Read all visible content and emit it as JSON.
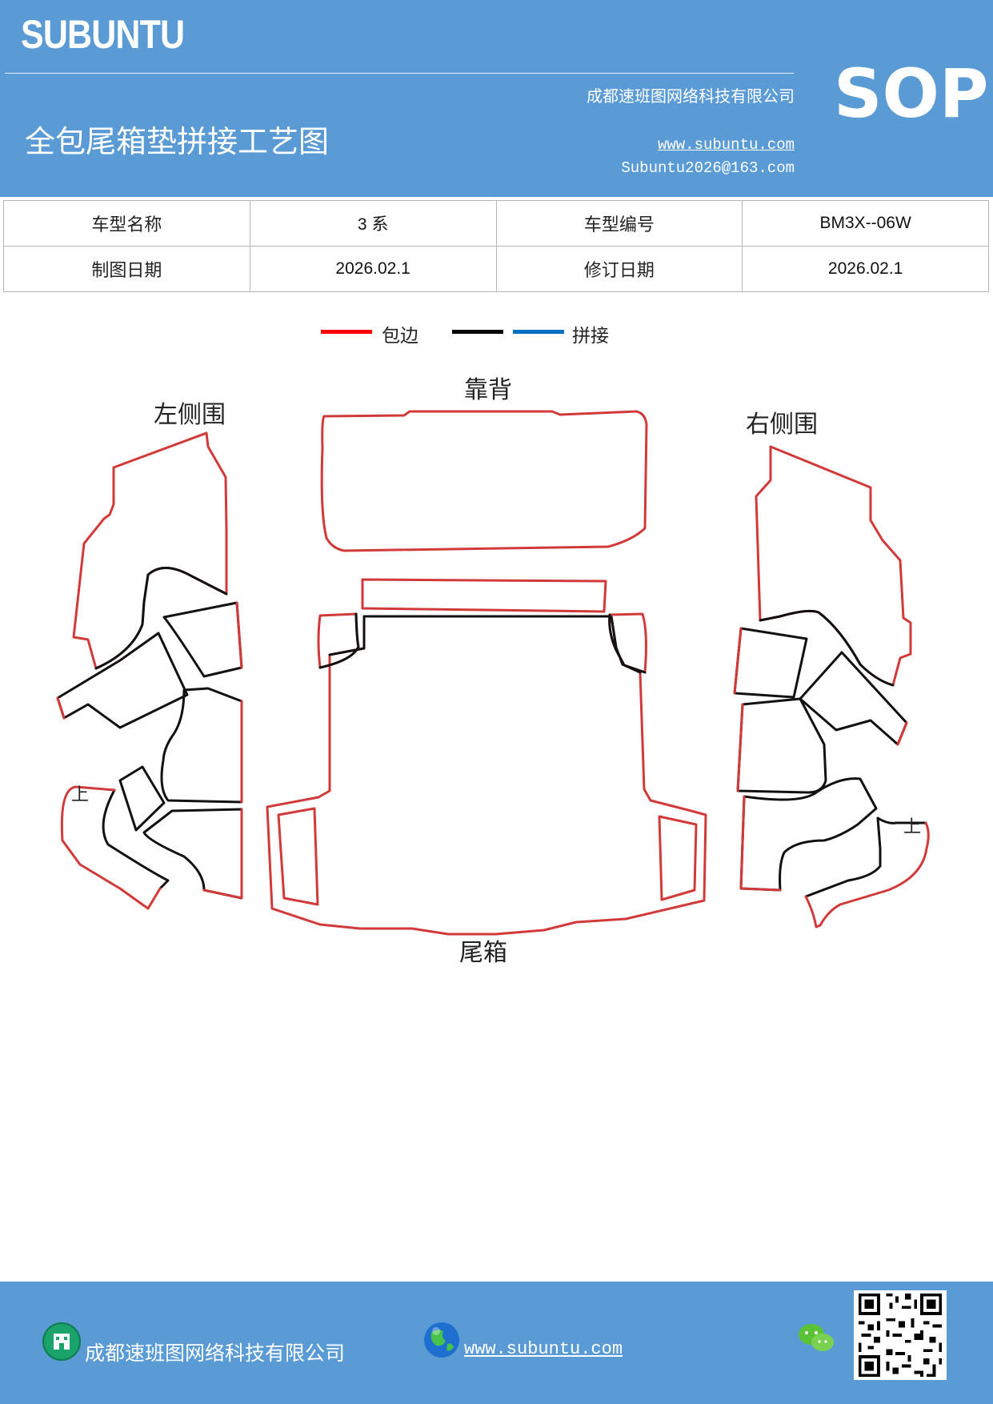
{
  "header": {
    "brand": "SUBUNTU",
    "company": "成都速班图网络科技有限公司",
    "title": "全包尾箱垫拼接工艺图",
    "website": "www.subuntu.com",
    "email": "Subuntu2026@163.com",
    "badge": "SOP"
  },
  "info_table": {
    "rows": [
      {
        "label1": "车型名称",
        "value1": "3 系",
        "label2": "车型编号",
        "value2": "BM3X--06W"
      },
      {
        "label1": "制图日期",
        "value1": "2026.02.1",
        "label2": "修订日期",
        "value2": "2026.02.1"
      }
    ]
  },
  "legend": {
    "items": [
      {
        "label": "包边",
        "color": "#ff0000"
      },
      {
        "label": "",
        "color": "#000000"
      },
      {
        "label": "拼接",
        "color": "#0070c0"
      }
    ]
  },
  "diagram": {
    "labels": {
      "backrest": "靠背",
      "left_side": "左侧围",
      "right_side": "右侧围",
      "trunk": "尾箱",
      "up_left": "上",
      "up_right": "上"
    },
    "colors": {
      "edge": "#d23a3a",
      "seam": "#111111"
    }
  },
  "footer": {
    "company": "成都速班图网络科技有限公司",
    "website": "www.subuntu.com",
    "icons": [
      "building-icon",
      "globe-icon",
      "wechat-icon",
      "qr-code"
    ]
  }
}
